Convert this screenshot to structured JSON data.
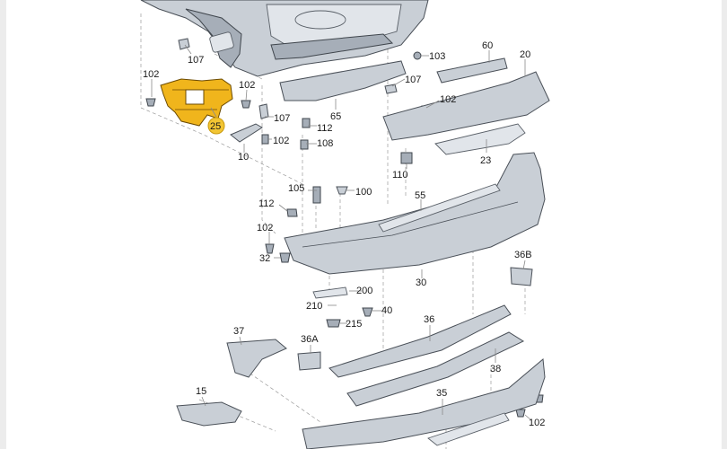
{
  "diagram": {
    "highlight_color": "#f0b51c",
    "part_color": "#c9cfd6",
    "labels": {
      "p107a": "107",
      "p102a": "102",
      "p25": "25",
      "p102b": "102",
      "p107b": "107",
      "p10": "10",
      "p102c": "102",
      "p112a": "112",
      "p108": "108",
      "p65": "65",
      "p103": "103",
      "p107c": "107",
      "p102d": "102",
      "p60": "60",
      "p20": "20",
      "p110": "110",
      "p23": "23",
      "p105": "105",
      "p100": "100",
      "p55": "55",
      "p112b": "112",
      "p102e": "102",
      "p32": "32",
      "p30": "30",
      "p36b": "36B",
      "p200": "200",
      "p210": "210",
      "p40": "40",
      "p215": "215",
      "p36": "36",
      "p37": "37",
      "p36a": "36A",
      "p38": "38",
      "p15": "15",
      "p35": "35",
      "p102f": "102"
    }
  }
}
